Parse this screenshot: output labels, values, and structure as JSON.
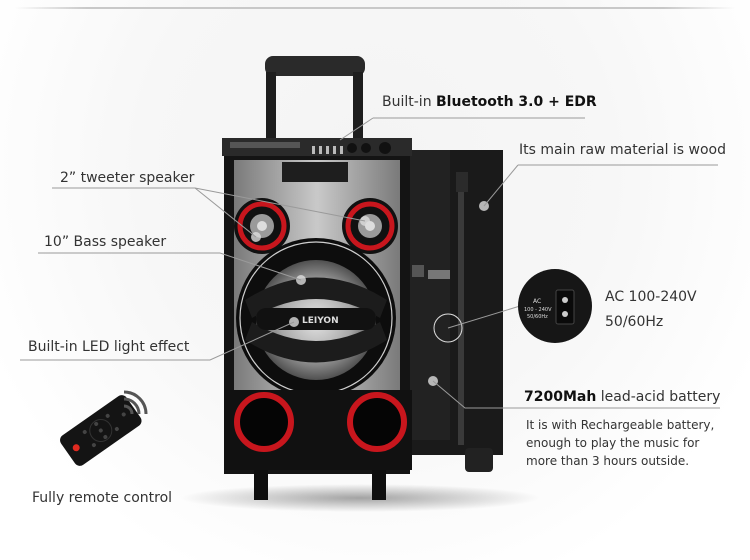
{
  "features": {
    "bluetooth": {
      "prefix": "Built-in ",
      "strong": "Bluetooth 3.0 + EDR"
    },
    "material": {
      "label": "Its main raw material is wood"
    },
    "tweeter": {
      "label": "2”  tweeter speaker"
    },
    "bass": {
      "label": "10”  Bass speaker"
    },
    "led": {
      "label": "Built-in LED light effect"
    },
    "power": {
      "line1": "AC 100-240V",
      "line2": "50/60Hz",
      "inset_text": [
        "AC",
        "100 - 240V",
        "50/60Hz"
      ]
    },
    "battery": {
      "strong": "7200Mah",
      "suffix": " lead-acid battery",
      "desc": [
        "It is with Rechargeable battery,",
        "enough to play the music for",
        "more than 3 hours outside."
      ]
    },
    "remote": {
      "label": "Fully remote control"
    }
  },
  "product": {
    "brand": "LEIYON"
  },
  "colors": {
    "accent_red": "#c8161d",
    "body_black": "#141414",
    "line_grey": "#9a9a9a"
  }
}
